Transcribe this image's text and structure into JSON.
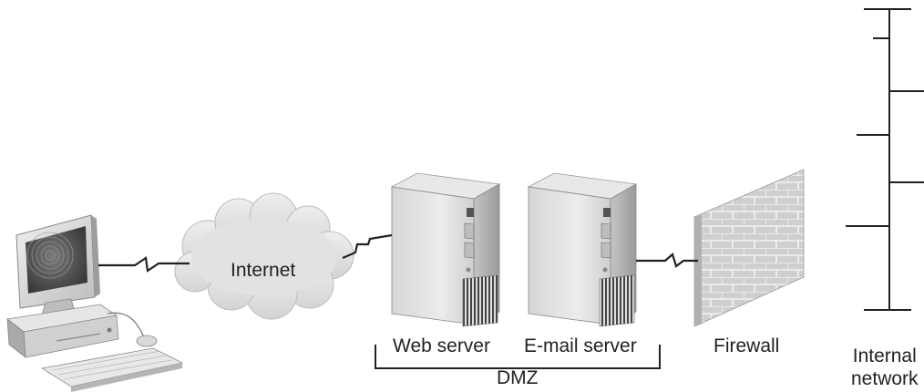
{
  "labels": {
    "internet": "Internet",
    "web_server": "Web server",
    "email_server": "E-mail server",
    "firewall": "Firewall",
    "dmz": "DMZ",
    "internal_line1": "Internal",
    "internal_line2": "network"
  },
  "colors": {
    "line": "#222222",
    "cloud_fill": "#e3e3e3",
    "server_body": "#cfcfcf",
    "server_front": "#e4e4e4",
    "brick": "#d2d2d2",
    "mortar": "#ffffff"
  }
}
